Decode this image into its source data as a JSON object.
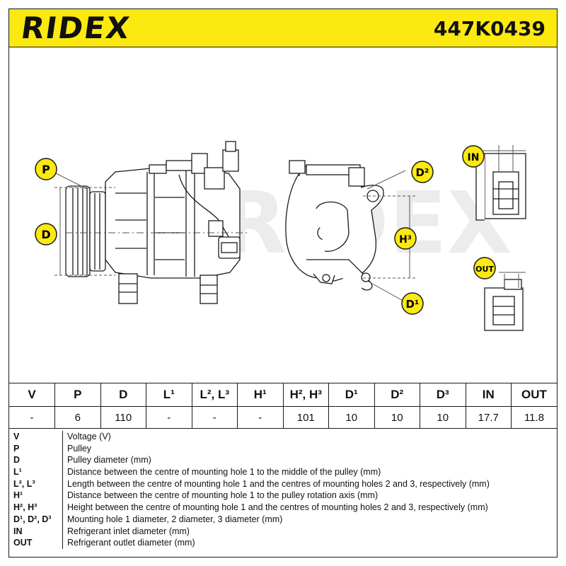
{
  "header": {
    "brand": "RIDEX",
    "part_number": "447K0439",
    "accent_color": "#fbe90f"
  },
  "callouts": {
    "p": "P",
    "d": "D",
    "d2": "D²",
    "h3": "H³",
    "d1": "D¹",
    "in": "IN",
    "out": "OUT",
    "watermark": "RIDEX"
  },
  "table": {
    "headers": [
      "V",
      "P",
      "D",
      "L¹",
      "L², L³",
      "H¹",
      "H², H³",
      "D¹",
      "D²",
      "D³",
      "IN",
      "OUT"
    ],
    "values": [
      "-",
      "6",
      "110",
      "-",
      "-",
      "-",
      "101",
      "10",
      "10",
      "10",
      "17.7",
      "11.8"
    ]
  },
  "legend": [
    {
      "key": "V",
      "desc": "Voltage (V)"
    },
    {
      "key": "P",
      "desc": "Pulley"
    },
    {
      "key": "D",
      "desc": "Pulley diameter (mm)"
    },
    {
      "key": "L¹",
      "desc": "Distance between the centre of mounting hole 1 to the middle of the pulley (mm)"
    },
    {
      "key": "L², L³",
      "desc": "Length between the centre of mounting hole 1 and the centres of mounting holes 2 and 3, respectively (mm)"
    },
    {
      "key": "H¹",
      "desc": "Distance between the centre of mounting hole 1 to the pulley rotation axis (mm)"
    },
    {
      "key": "H², H³",
      "desc": "Height between the centre of mounting hole 1 and the centres of mounting holes 2 and 3, respectively (mm)"
    },
    {
      "key": "D¹, D², D³",
      "desc": "Mounting hole 1 diameter, 2 diameter, 3 diameter (mm)"
    },
    {
      "key": "IN",
      "desc": "Refrigerant inlet diameter (mm)"
    },
    {
      "key": "OUT",
      "desc": "Refrigerant outlet diameter (mm)"
    }
  ]
}
